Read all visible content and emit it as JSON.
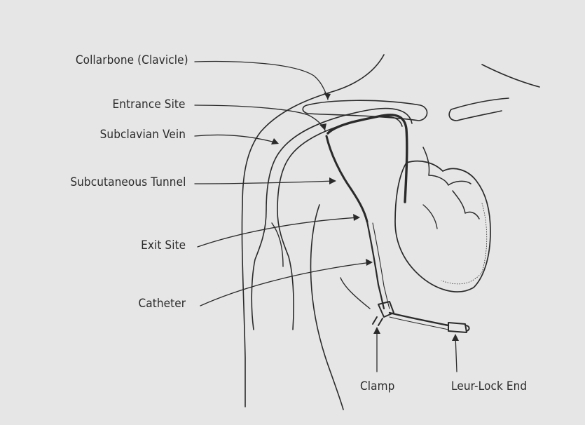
{
  "labels": {
    "collarbone": "Collarbone (Clavicle)",
    "entrance_site": "Entrance Site",
    "subclavian_vein": "Subclavian Vein",
    "subcutaneous_tunnel": "Subcutaneous Tunnel",
    "exit_site": "Exit Site",
    "catheter": "Catheter",
    "clamp": "Clamp",
    "leur_lock_end": "Leur-Lock End"
  },
  "colors": {
    "background": "#e6e6e6",
    "ink": "#2a2a2a"
  }
}
